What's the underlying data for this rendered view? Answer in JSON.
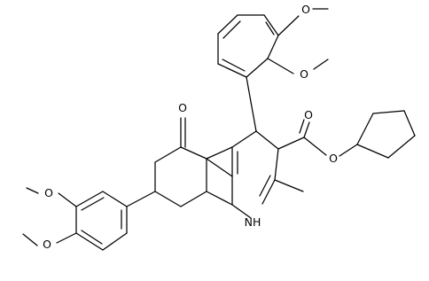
{
  "molecule": {
    "atoms": {
      "o_methoxy_top_right": "O",
      "o_methoxy_upper_right": "O",
      "o_ketone": "O",
      "o_ester_carbonyl": "O",
      "o_ester_alkoxy": "O",
      "o_methoxy_lower_left_upper": "O",
      "o_methoxy_lower_left_lower": "O",
      "nh": "NH"
    }
  },
  "colors": {
    "ink": "#000000",
    "background": "#ffffff"
  }
}
